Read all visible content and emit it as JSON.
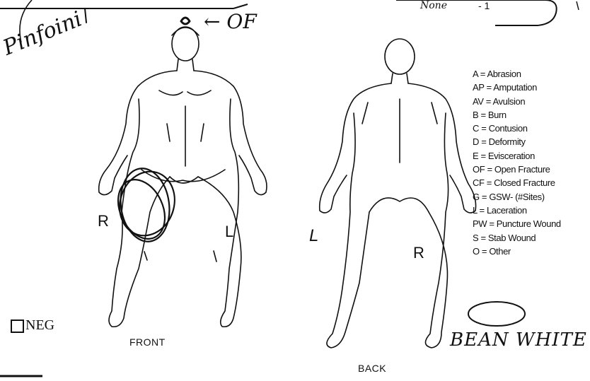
{
  "header": {
    "none_label": "None",
    "none_value": "- 1"
  },
  "annotations": {
    "open_fracture_note": "← OF",
    "handwritten_name": "Pinfoini",
    "handwritten_signature": "BEAN WHITE"
  },
  "figures": {
    "front_label": "FRONT",
    "back_label": "BACK",
    "front_right": "R",
    "front_left": "L",
    "back_left": "L",
    "back_right": "R"
  },
  "neg_label": "NEG",
  "legend": [
    "A = Abrasion",
    "AP = Amputation",
    "AV = Avulsion",
    "B = Burn",
    "C = Contusion",
    "D = Deformity",
    "E = Evisceration",
    "OF = Open Fracture",
    "CF = Closed Fracture",
    "G = GSW- (#Sites)",
    "L = Laceration",
    "PW = Puncture Wound",
    "S = Stab Wound",
    "O = Other"
  ]
}
